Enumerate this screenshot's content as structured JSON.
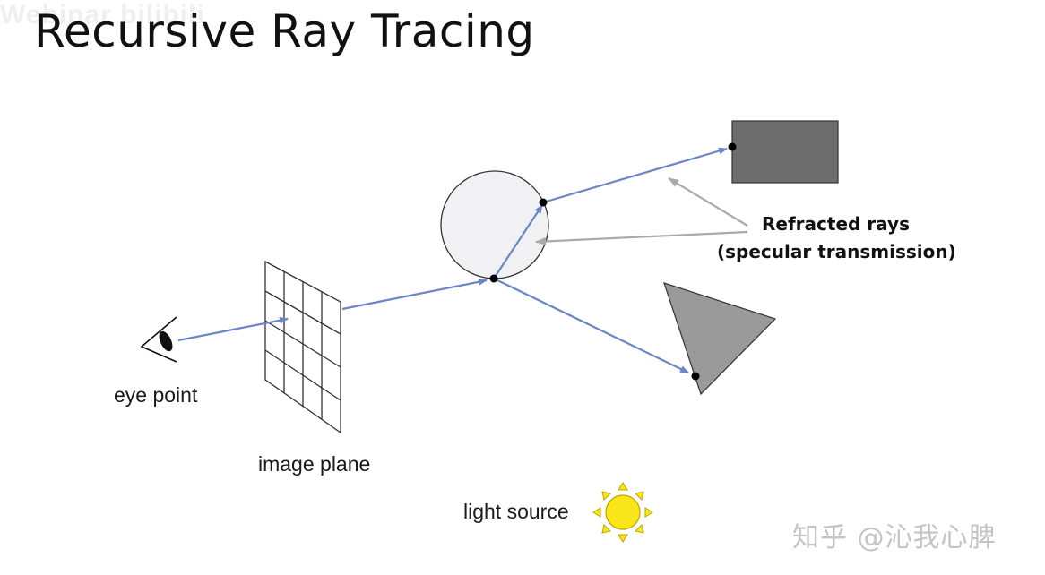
{
  "watermark_top": "Webinar bilibili",
  "title": "Recursive Ray Tracing",
  "labels": {
    "eye_point": "eye point",
    "image_plane": "image plane",
    "light_source": "light source",
    "refracted_line1": "Refracted rays",
    "refracted_line2": "(specular transmission)"
  },
  "watermark_bottom": "知乎 @沁我心脾",
  "colors": {
    "ray": "#6b86c4",
    "pointer_arrow": "#aaaaaa",
    "sphere_fill": "#f1f1f4",
    "rectangle_fill": "#6d6d6d",
    "triangle_fill": "#9a9a9a",
    "sun_fill": "#f9e51a",
    "sun_stroke": "#b9a800"
  }
}
